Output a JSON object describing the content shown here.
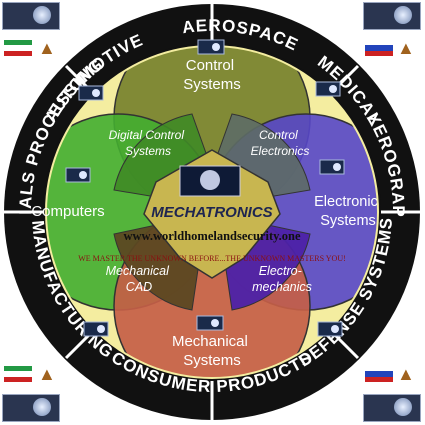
{
  "ring_labels": {
    "automotive": "AUTOMOTIVE",
    "aerospace": "AEROSPACE",
    "medical": "MEDICAL",
    "xerography": "XEROGRAPHY",
    "defense_systems": "DEFENSE SYSTEMS",
    "consumer_products": "CONSUMER PRODUCTS",
    "manufacturing": "MANUFACTURING",
    "materials_processing": "MATERIALS PROCESSING"
  },
  "circles": {
    "control_systems": [
      "Control",
      "Systems"
    ],
    "computers": "Computers",
    "electronic_systems": [
      "Electronic",
      "Systems"
    ],
    "mechanical_systems": [
      "Mechanical",
      "Systems"
    ]
  },
  "overlaps": {
    "digital_control_systems": [
      "Digital Control",
      "Systems"
    ],
    "control_electronics": [
      "Control",
      "Electronics"
    ],
    "mechanical_cad": [
      "Mechanical",
      "CAD"
    ],
    "electro_mechanics": [
      "Electro-",
      "mechanics"
    ]
  },
  "center_label": "MECHATRONICS",
  "watermark": {
    "url": "www.worldhomelandsecurity.one",
    "motto": "WE MASTER THE UNKNOWN BEFORE...THE UNKNOWN MASTERS YOU!"
  },
  "colors": {
    "ring_black": "#111111",
    "ring_yellow": "#f4eda0",
    "control_systems": "#6f7a28",
    "computers": "#3fa82c",
    "electronic_systems": "#4f3fbf",
    "mechanical_systems": "#c05a44",
    "control_electronics": "#4e5e5e",
    "digital_control": "#3a7a22",
    "mechanical_cad": "#5a4420",
    "electro_mechanics": "#4a20a0",
    "center": "#c2b04a",
    "watermark_text": "#111111",
    "motto_text": "#8a1010"
  },
  "icons": [
    "computer-screen-icon",
    "flag-icon",
    "africa-map-icon",
    "watermark-thumbnail"
  ]
}
